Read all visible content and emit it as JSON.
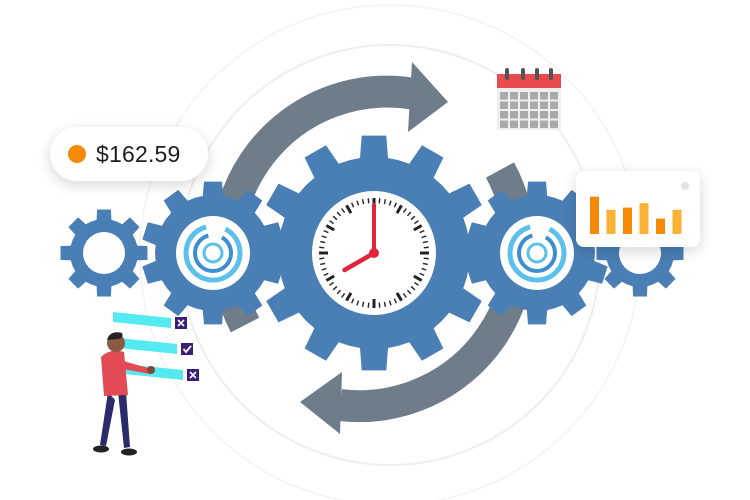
{
  "price_badge": {
    "amount": "$162.59",
    "dot_color": "#f58a07"
  },
  "mini_chart": {
    "bar_levels": [
      0.85,
      0.55,
      0.6,
      0.7,
      0.35,
      0.55
    ],
    "bar_colors": [
      "#f58a07",
      "#f9b233",
      "#f58a07",
      "#f9b233",
      "#f58a07",
      "#f9b233"
    ]
  },
  "clock": {
    "hour": 8,
    "minute": 0
  },
  "checklist": {
    "rows": [
      {
        "mark": "cross"
      },
      {
        "mark": "check"
      },
      {
        "mark": "cross"
      }
    ]
  },
  "colors": {
    "gear_blue": "#4a7fb5",
    "arrow_gray": "#6f7c8a",
    "calendar_red": "#e84c4c",
    "clock_hand_red": "#e0243a",
    "ring_light_blue": "#5bc0eb",
    "list_cyan": "#37e6ee",
    "list_box_purple": "#3b1e7a",
    "person_shirt": "#e24b55",
    "person_pants": "#2b2a6b"
  },
  "icons": [
    "gear-icon",
    "clock-icon",
    "calendar-icon",
    "bar-chart-icon",
    "cycle-arrow-icon",
    "check-icon",
    "cross-icon"
  ]
}
